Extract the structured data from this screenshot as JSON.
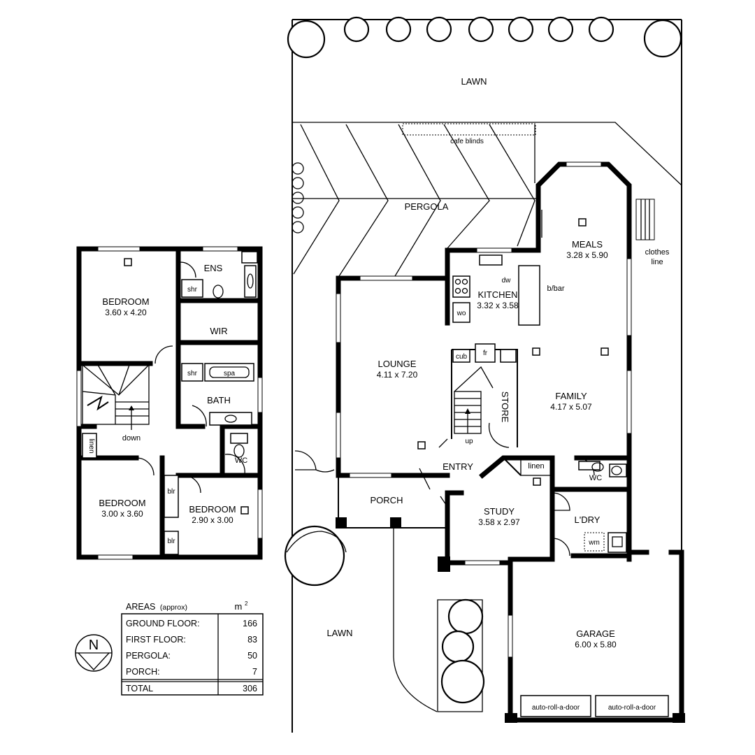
{
  "site": {
    "lawn_rear": "LAWN",
    "lawn_front": "LAWN",
    "cafe_blinds": "cafe blinds",
    "pergola": "PERGOLA",
    "clothes_line": [
      "clothes",
      "line"
    ]
  },
  "ground_floor": {
    "meals": {
      "name": "MEALS",
      "dims": "3.28 x 5.90"
    },
    "kitchen": {
      "name": "KITCHEN",
      "dims": "3.32 x 3.58"
    },
    "dw": "dw",
    "wo": "wo",
    "bbar": "b/bar",
    "lounge": {
      "name": "LOUNGE",
      "dims": "4.11 x 7.20"
    },
    "cub": "cub",
    "fr": "fr",
    "store": "STORE",
    "up": "up",
    "family": {
      "name": "FAMILY",
      "dims": "4.17 x 5.07"
    },
    "entry": "ENTRY",
    "linen": "linen",
    "wc": "WC",
    "porch": "PORCH",
    "study": {
      "name": "STUDY",
      "dims": "3.58 x 2.97"
    },
    "ldry": "L'DRY",
    "wm": "wm",
    "garage": {
      "name": "GARAGE",
      "dims": "6.00 x 5.80"
    },
    "garage_door_1": "auto-roll-a-door",
    "garage_door_2": "auto-roll-a-door"
  },
  "first_floor": {
    "ens": "ENS",
    "shr1": "shr",
    "bed1": {
      "name": "BEDROOM",
      "dims": "3.60 x 4.20"
    },
    "wir": "WIR",
    "shr2": "shr",
    "spa": "spa",
    "bath": "BATH",
    "down": "down",
    "linen": "linen",
    "wc": "WC",
    "blr1": "blr",
    "blr2": "blr",
    "bed2": {
      "name": "BEDROOM",
      "dims": "3.00 x 3.60"
    },
    "bed3": {
      "name": "BEDROOM",
      "dims": "2.90 x 3.00"
    }
  },
  "compass": {
    "label": "N"
  },
  "areas": {
    "title": "AREAS",
    "title_note": "(approx)",
    "unit": "m",
    "unit_sup": "2",
    "rows": [
      {
        "label": "GROUND FLOOR:",
        "value": "166"
      },
      {
        "label": "FIRST FLOOR:",
        "value": "83"
      },
      {
        "label": "PERGOLA:",
        "value": "50"
      },
      {
        "label": "PORCH:",
        "value": "7"
      }
    ],
    "total_label": "TOTAL",
    "total_value": "306"
  }
}
